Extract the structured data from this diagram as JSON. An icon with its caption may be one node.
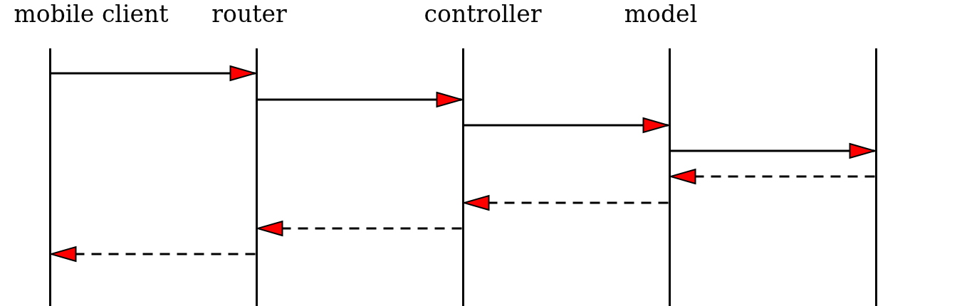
{
  "diagram": {
    "nodes": [
      {
        "text": [
          "mobile client"
        ]
      },
      {
        "text": [
          "router"
        ]
      },
      {
        "text": [
          "controller"
        ]
      },
      {
        "text": [
          "model"
        ]
      },
      {
        "text": [],
        "shape": "bar"
      }
    ],
    "edges": [
      {
        "from": 0,
        "to": 1,
        "arrow": "to"
      },
      {
        "from": 1,
        "to": 2,
        "arrow": "to"
      },
      {
        "from": 2,
        "to": 3,
        "arrow": "to"
      },
      {
        "from": 3,
        "to": 4,
        "arrow": "to"
      },
      {
        "from": 4,
        "to": 3,
        "arrow": "to",
        "style": "dashed"
      },
      {
        "from": 3,
        "to": 2,
        "arrow": "to",
        "style": "dashed"
      },
      {
        "from": 2,
        "to": 1,
        "arrow": "to",
        "style": "dashed"
      },
      {
        "from": 1,
        "to": 0,
        "arrow": "to",
        "style": "dashed"
      }
    ]
  }
}
